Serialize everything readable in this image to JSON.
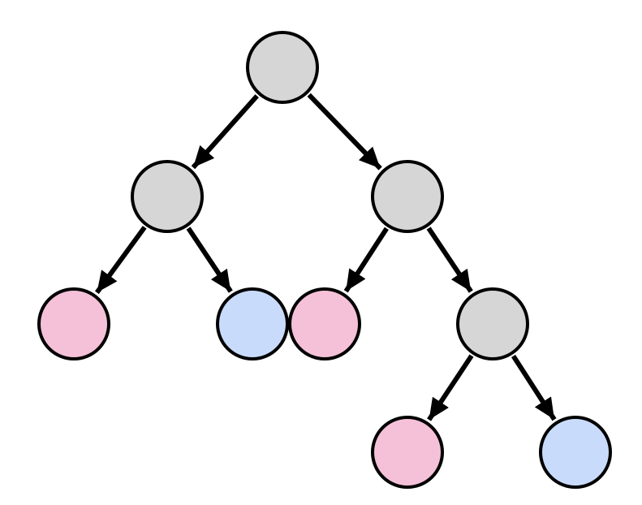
{
  "colors": {
    "background": "#ffffff",
    "stroke": "#000000",
    "internal_node": "#d6d6d6",
    "pink_leaf": "#f5c1d8",
    "blue_leaf": "#c9dbfb"
  },
  "nodes": [
    {
      "id": "n0",
      "kind": "internal",
      "fill": "internal_node"
    },
    {
      "id": "n1",
      "kind": "internal",
      "fill": "internal_node"
    },
    {
      "id": "n2",
      "kind": "internal",
      "fill": "internal_node"
    },
    {
      "id": "n3",
      "kind": "leaf",
      "fill": "pink_leaf"
    },
    {
      "id": "n4",
      "kind": "leaf",
      "fill": "blue_leaf"
    },
    {
      "id": "n5",
      "kind": "leaf",
      "fill": "pink_leaf"
    },
    {
      "id": "n6",
      "kind": "internal",
      "fill": "internal_node"
    },
    {
      "id": "n7",
      "kind": "leaf",
      "fill": "pink_leaf"
    },
    {
      "id": "n8",
      "kind": "leaf",
      "fill": "blue_leaf"
    }
  ],
  "edges": [
    {
      "from": "n0",
      "to": "n1"
    },
    {
      "from": "n0",
      "to": "n2"
    },
    {
      "from": "n1",
      "to": "n3"
    },
    {
      "from": "n1",
      "to": "n4"
    },
    {
      "from": "n2",
      "to": "n5"
    },
    {
      "from": "n2",
      "to": "n6"
    },
    {
      "from": "n6",
      "to": "n7"
    },
    {
      "from": "n6",
      "to": "n8"
    }
  ]
}
